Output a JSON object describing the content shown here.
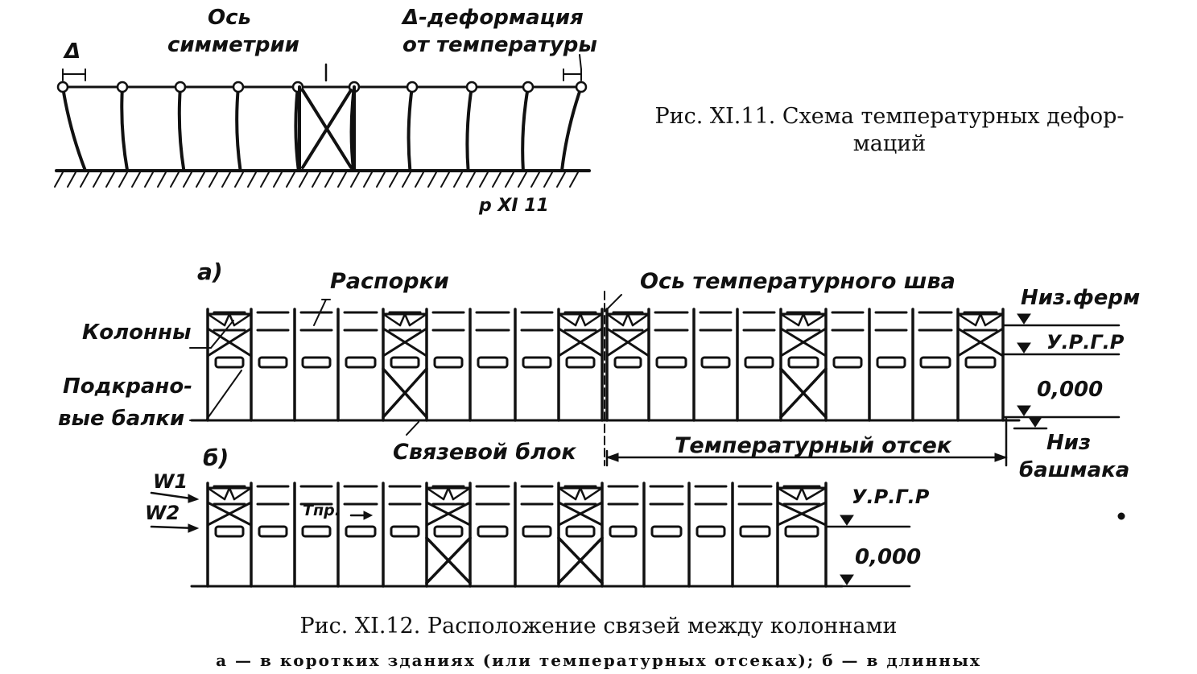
{
  "fig11": {
    "delta_label": "Δ",
    "axis_label_line1": "Ось",
    "axis_label_line2": "симметрии",
    "deform_label_line1": "Δ-деформация",
    "deform_label_line2": "от температуры",
    "code_label": "р XI 11",
    "caption_line1": "Рис. XI.11. Схема температурных дефор-",
    "caption_line2": "маций"
  },
  "fig12a": {
    "panel_label": "а)",
    "struts_label": "Распорки",
    "joint_axis_label": "Ось температурного шва",
    "columns_label": "Колонны",
    "crane_beams_line1": "Подкрано-",
    "crane_beams_line2": "вые балки",
    "bracing_block_label": "Связевой блок",
    "temp_block_label": "Температурный отсек",
    "truss_bottom_label": "Низ.ферм",
    "rail_level_label": "У.Р.Г.Р",
    "zero_level_label": "0,000",
    "shoe_bottom_line1": "Низ",
    "shoe_bottom_line2": "башмака"
  },
  "fig12b": {
    "panel_label": "б)",
    "w1_label": "W1",
    "w2_label": "W2",
    "t_label": "Tпр.",
    "rail_level_label": "У.Р.Г.Р",
    "zero_level_label": "0,000"
  },
  "caption12": {
    "title": "Рис. XI.12. Расположение связей между колоннами",
    "subtitle": "а — в коротких зданиях (или температурных отсеках); б — в длинных"
  }
}
